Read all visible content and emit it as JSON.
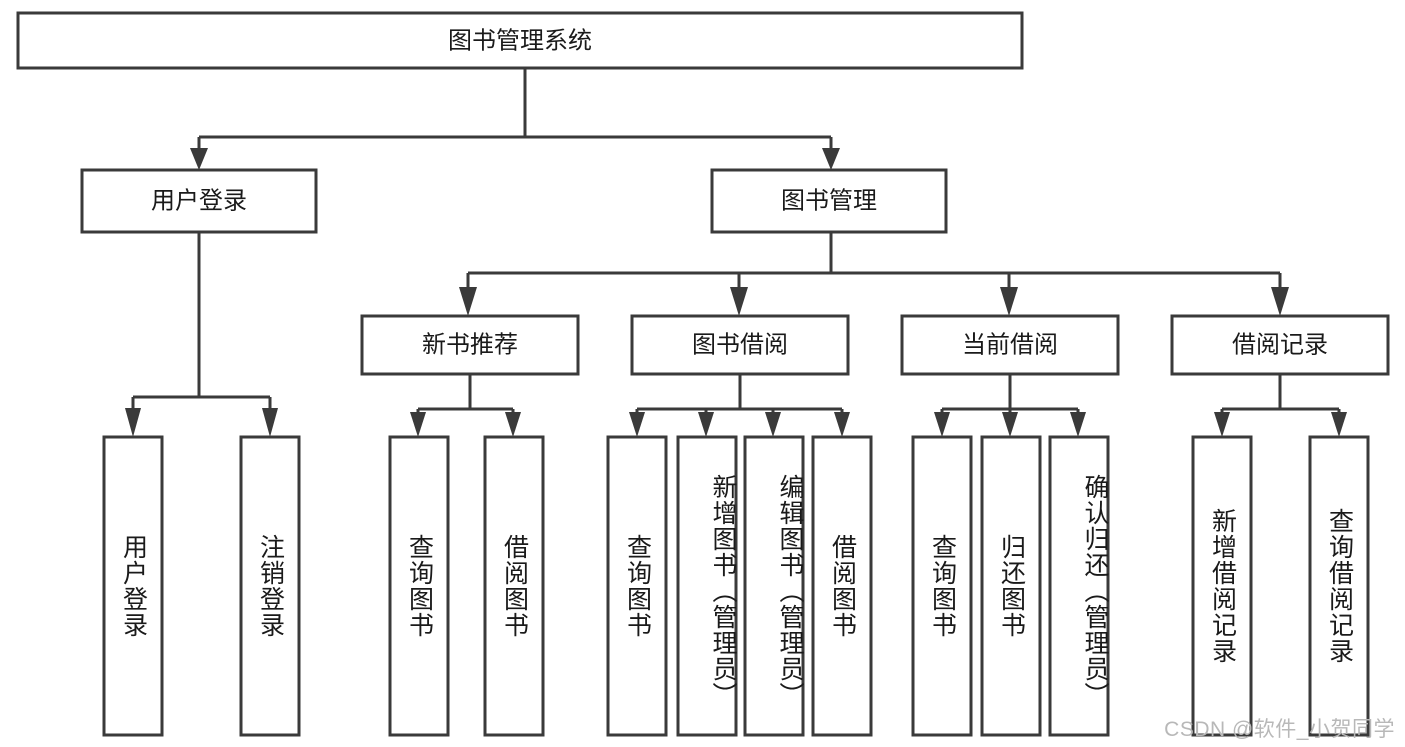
{
  "diagram": {
    "title": "图书管理系统",
    "type": "hierarchy-tree",
    "root": {
      "id": "root",
      "label": "图书管理系统",
      "level": 0
    },
    "level2": [
      {
        "id": "user-login",
        "label": "用户登录"
      },
      {
        "id": "book-management",
        "label": "图书管理"
      }
    ],
    "level3": [
      {
        "id": "new-book-recommend",
        "label": "新书推荐",
        "parent": "book-management"
      },
      {
        "id": "book-borrow",
        "label": "图书借阅",
        "parent": "book-management"
      },
      {
        "id": "current-borrow",
        "label": "当前借阅",
        "parent": "book-management"
      },
      {
        "id": "borrow-record",
        "label": "借阅记录",
        "parent": "book-management"
      }
    ],
    "leaves": [
      {
        "id": "leaf-user-login",
        "label": "用户登录",
        "parent": "user-login"
      },
      {
        "id": "leaf-user-logout",
        "label": "注销登录",
        "parent": "user-login"
      },
      {
        "id": "leaf-query-book-1",
        "label": "查询图书",
        "parent": "new-book-recommend"
      },
      {
        "id": "leaf-borrow-book-1",
        "label": "借阅图书",
        "parent": "new-book-recommend"
      },
      {
        "id": "leaf-query-book-2",
        "label": "查询图书",
        "parent": "book-borrow"
      },
      {
        "id": "leaf-add-book",
        "label": "新增图书（管理员）",
        "parent": "book-borrow"
      },
      {
        "id": "leaf-edit-book",
        "label": "编辑图书（管理员）",
        "parent": "book-borrow"
      },
      {
        "id": "leaf-borrow-book-2",
        "label": "借阅图书",
        "parent": "book-borrow"
      },
      {
        "id": "leaf-query-book-3",
        "label": "查询图书",
        "parent": "current-borrow"
      },
      {
        "id": "leaf-return-book",
        "label": "归还图书",
        "parent": "current-borrow"
      },
      {
        "id": "leaf-confirm-return",
        "label": "确认归还（管理员）",
        "parent": "current-borrow"
      },
      {
        "id": "leaf-add-record",
        "label": "新增借阅记录",
        "parent": "borrow-record"
      },
      {
        "id": "leaf-query-record",
        "label": "查询借阅记录",
        "parent": "borrow-record"
      }
    ]
  },
  "watermark": {
    "text": "CSDN @软件_小贺同学"
  },
  "colors": {
    "stroke": "#3a3a3a",
    "fill": "#ffffff",
    "text": "#1a1a1a",
    "watermark": "#b8b8b8"
  }
}
